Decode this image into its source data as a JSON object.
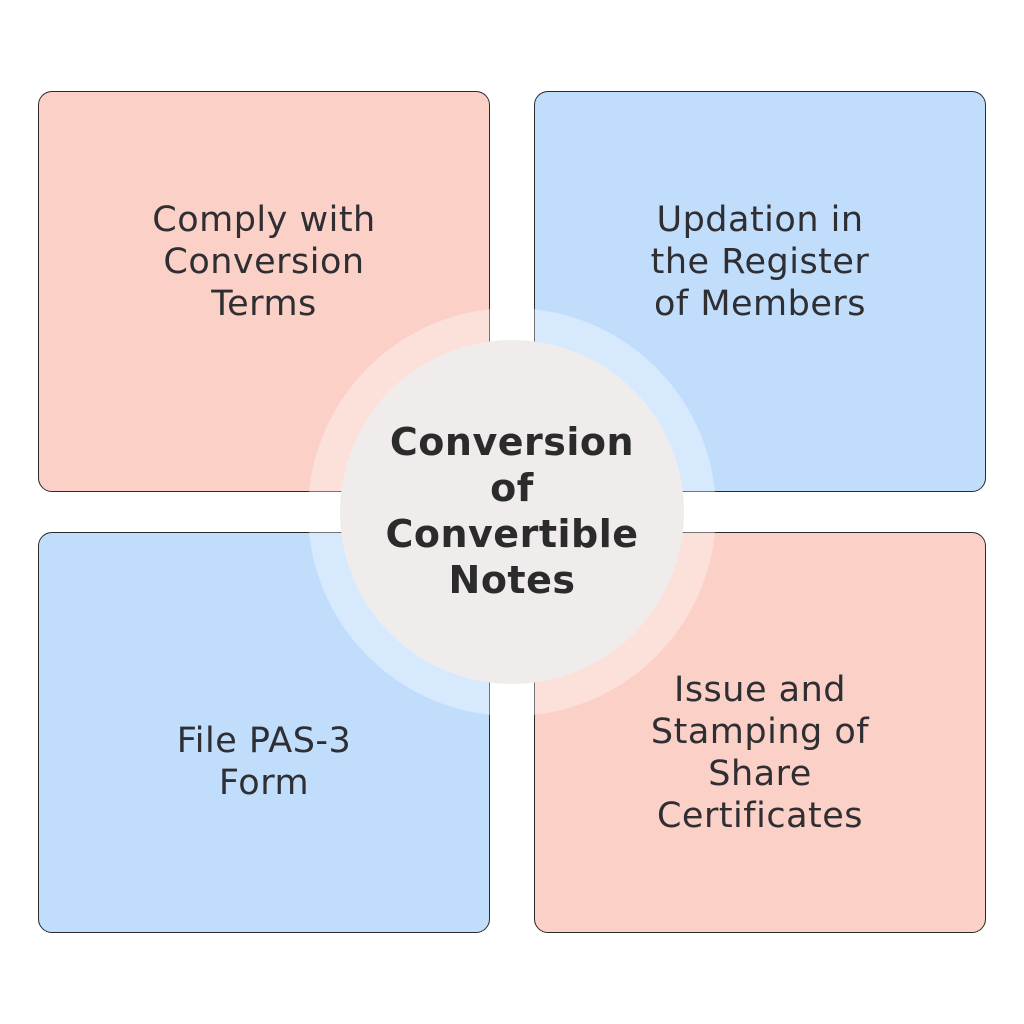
{
  "colors": {
    "salmon": "#fbd0c6",
    "blue": "#c1ddfc",
    "center": "#f0ecec",
    "text": "#2e2e33"
  },
  "center": {
    "lines": [
      "Conversion",
      "of",
      "Convertible",
      "Notes"
    ]
  },
  "quadrants": [
    {
      "lines": [
        "Comply with",
        "Conversion",
        "Terms"
      ],
      "color": "#fbd0c6"
    },
    {
      "lines": [
        "Updation in",
        "the Register",
        "of Members"
      ],
      "color": "#c1ddfc"
    },
    {
      "lines": [
        "File PAS-3",
        "Form"
      ],
      "color": "#c1ddfc"
    },
    {
      "lines": [
        "Issue and",
        "Stamping of",
        "Share",
        "Certificates"
      ],
      "color": "#fbd0c6"
    }
  ]
}
